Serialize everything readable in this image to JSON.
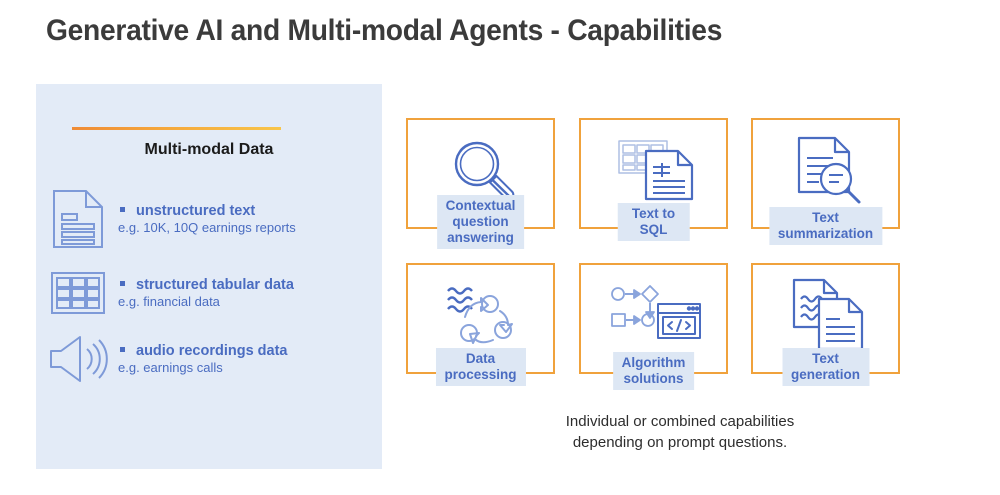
{
  "title": "Generative AI and Multi-modal Agents - Capabilities",
  "left_panel": {
    "heading": "Multi-modal Data",
    "accent_color": "#f0a23c",
    "background_color": "#e3ebf7",
    "text_color": "#4a6cc1",
    "items": [
      {
        "icon": "document-icon",
        "main": "unstructured text",
        "sub": "e.g. 10K, 10Q earnings reports"
      },
      {
        "icon": "table-icon",
        "main": "structured tabular data",
        "sub": "e.g. financial data"
      },
      {
        "icon": "speaker-icon",
        "main": "audio recordings data",
        "sub": "e.g. earnings calls"
      }
    ]
  },
  "capabilities": {
    "border_color": "#f0a23c",
    "label_background": "#dde7f4",
    "label_color": "#4a6cc1",
    "cards": [
      {
        "icon": "magnifying-glass-icon",
        "label": "Contextual\nquestion\nanswering"
      },
      {
        "icon": "table-document-icon",
        "label": "Text to SQL"
      },
      {
        "icon": "document-magnifier-icon",
        "label": "Text\nsummarization"
      },
      {
        "icon": "data-processing-cycle-icon",
        "label": "Data processing"
      },
      {
        "icon": "algorithm-code-icon",
        "label": "Algorithm\nsolutions"
      },
      {
        "icon": "two-documents-icon",
        "label": "Text generation"
      }
    ]
  },
  "caption": "Individual or combined capabilities\ndepending on prompt questions."
}
